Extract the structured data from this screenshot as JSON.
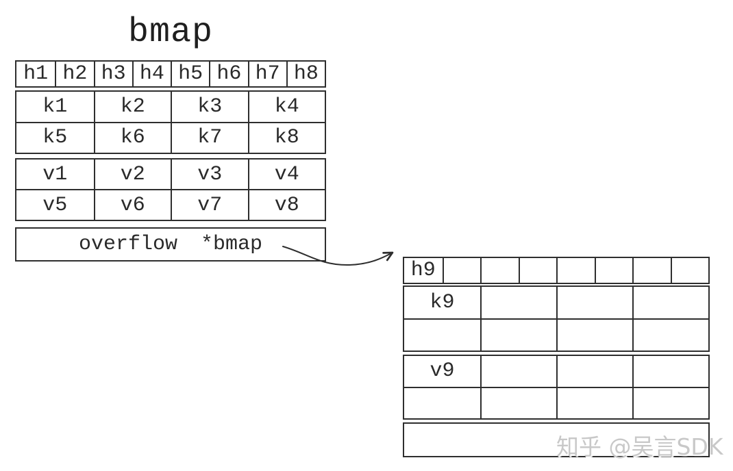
{
  "title": "bmap",
  "colors": {
    "line": "#2e2e2e",
    "text": "#2a2a2a",
    "watermark": "#c8c8c8",
    "background": "#ffffff"
  },
  "bucket1": {
    "tophash": [
      "h1",
      "h2",
      "h3",
      "h4",
      "h5",
      "h6",
      "h7",
      "h8"
    ],
    "keys": [
      [
        "k1",
        "k2",
        "k3",
        "k4"
      ],
      [
        "k5",
        "k6",
        "k7",
        "k8"
      ]
    ],
    "values": [
      [
        "v1",
        "v2",
        "v3",
        "v4"
      ],
      [
        "v5",
        "v6",
        "v7",
        "v8"
      ]
    ],
    "overflow": {
      "field": "overflow",
      "type": "*bmap"
    }
  },
  "bucket2": {
    "tophash": [
      "h9",
      "",
      "",
      "",
      "",
      "",
      "",
      ""
    ],
    "keys": [
      [
        "k9",
        "",
        "",
        ""
      ],
      [
        "",
        "",
        "",
        ""
      ]
    ],
    "values": [
      [
        "v9",
        "",
        "",
        ""
      ],
      [
        "",
        "",
        "",
        ""
      ]
    ],
    "overflow": {
      "field": "",
      "type": ""
    }
  },
  "watermark": "知乎 @吴言SDK"
}
